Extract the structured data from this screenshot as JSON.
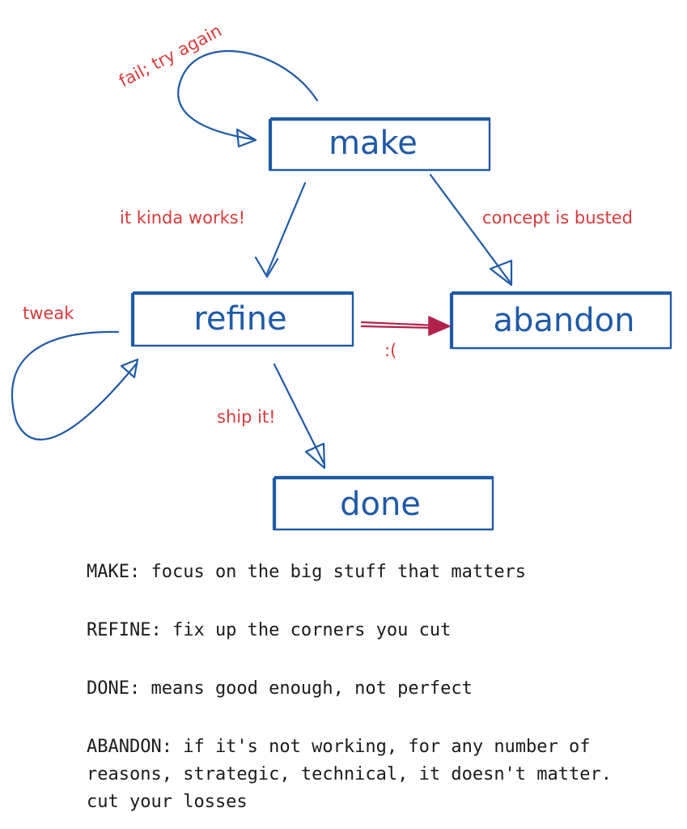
{
  "nodes": {
    "make": "make",
    "refine": "refine",
    "abandon": "abandon",
    "done": "done"
  },
  "edges": {
    "fail_try_again": "fail; try again",
    "it_kinda_works": "it kinda works!",
    "concept_is_busted": "concept is busted",
    "tweak": "tweak",
    "sad_face": ":(",
    "ship_it": "ship it!"
  },
  "notes": {
    "make": "MAKE: focus on the big stuff that matters",
    "refine": "REFINE: fix up the corners you cut",
    "done": "DONE: means good enough, not perfect",
    "abandon_line1": "ABANDON: if it's not working, for any number of",
    "abandon_line2": "reasons, strategic, technical, it doesn't matter.",
    "abandon_line3": "cut your losses"
  },
  "colors": {
    "node_stroke": "#1f5aa6",
    "edge_label": "#d63a3a",
    "abandon_arrow": "#b1224a",
    "notes_text": "#1b1b1b"
  }
}
